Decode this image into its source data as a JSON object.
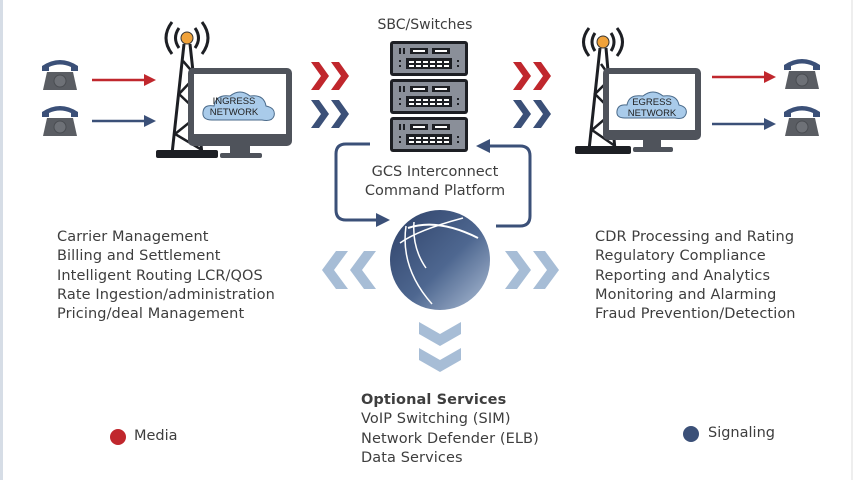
{
  "colors": {
    "media": "#c0272d",
    "signaling": "#3b5078",
    "chevron_light": "#a7bdd6",
    "dark": "#2a2d35",
    "antenna_dot": "#f0a23a",
    "cloud": "#a9cbea",
    "server": "#8a8f99"
  },
  "diagram": {
    "sbc_title": "SBC/Switches",
    "platform_title_line1": "GCS Interconnect",
    "platform_title_line2": "Command Platform",
    "ingress": {
      "line1": "INGRESS",
      "line2": "NETWORK"
    },
    "egress": {
      "line1": "EGRESS",
      "line2": "NETWORK"
    }
  },
  "left_features": [
    "Carrier Management",
    "Billing and Settlement",
    "Intelligent Routing LCR/QOS",
    "Rate Ingestion/administration",
    "Pricing/deal Management"
  ],
  "right_features": [
    "CDR Processing and Rating",
    "Regulatory Compliance",
    "Reporting and Analytics",
    "Monitoring and Alarming",
    "Fraud Prevention/Detection"
  ],
  "optional_services": {
    "heading": "Optional Services",
    "items": [
      "VoIP Switching (SIM)",
      "Network Defender (ELB)",
      "Data Services"
    ]
  },
  "legend": {
    "media_label": "Media",
    "signaling_label": "Signaling"
  }
}
